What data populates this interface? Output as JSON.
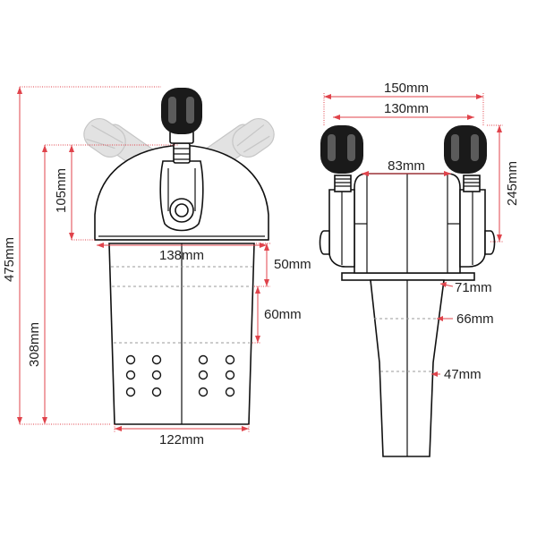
{
  "dimensions": {
    "front_overall_height": "475mm",
    "front_body_height": "308mm",
    "front_top_height": "105mm",
    "front_top_width": "138mm",
    "front_collar_height": "50mm",
    "front_section_height": "60mm",
    "front_base_width": "122mm",
    "side_outer_width": "150mm",
    "side_inner_width": "130mm",
    "side_center_width": "83mm",
    "side_height": "245mm",
    "side_flange_width": "71mm",
    "side_mid_width": "66mm",
    "side_base_width": "47mm"
  },
  "colors": {
    "dimension_line": "#e0434b",
    "outline": "#111111",
    "knob": "#1a1a1a",
    "ghost_handle": "#e2e2e2"
  }
}
